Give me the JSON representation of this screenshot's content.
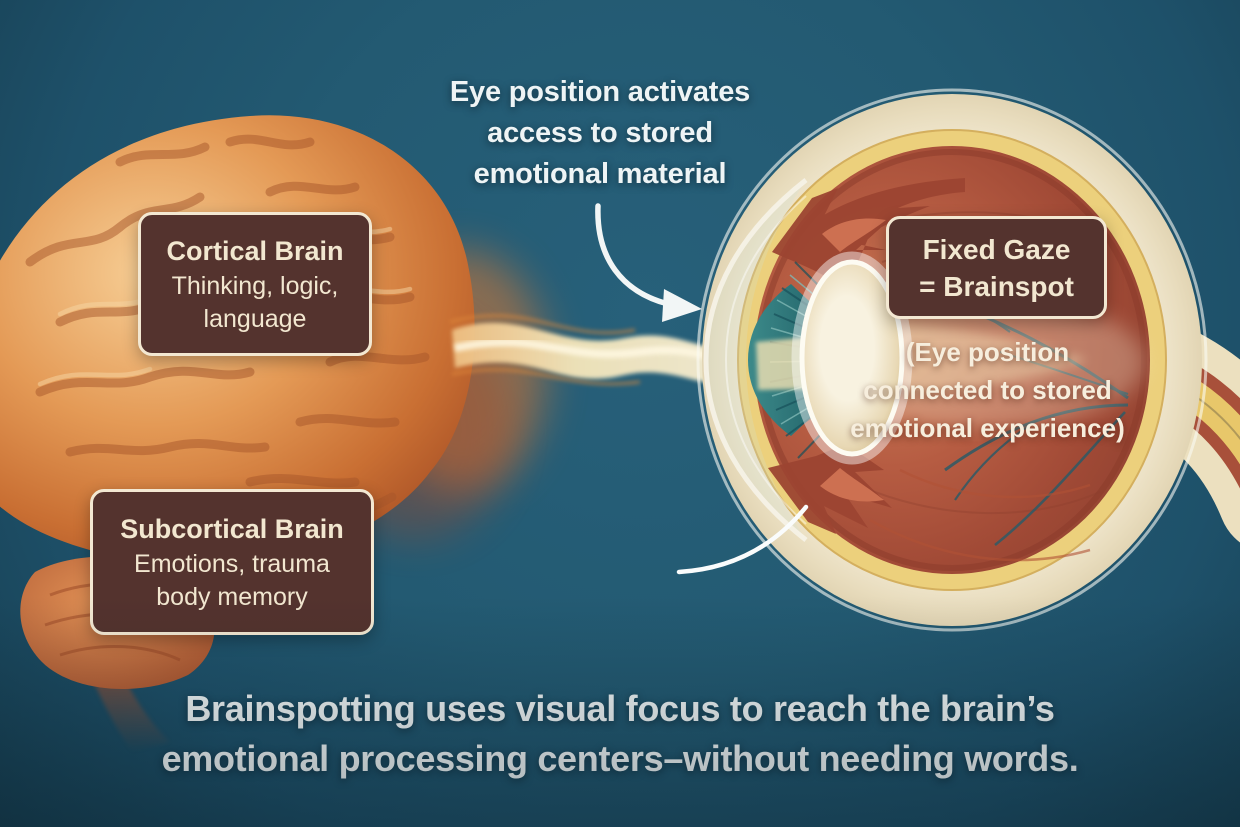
{
  "colors": {
    "background_teal": "#235a72",
    "background_edge": "#173f52",
    "label_box_bg": "#54332e",
    "label_box_border": "#f3e8d2",
    "label_text_cream": "#f2e7d0",
    "caption_white": "#eef4f5",
    "brain_orange": "#dd8748",
    "beam_gold": "#f2e3b6",
    "eye_sclera_cream": "#efe5cc",
    "eye_ring_yellow": "#e9cd74",
    "eye_interior_red": "#a9523c",
    "iris_teal": "#2e7d80",
    "arrow_white": "#f2f6f6"
  },
  "top_caption": {
    "lines": [
      "Eye position activates",
      "access to stored",
      "emotional material"
    ]
  },
  "labels": {
    "cortical": {
      "title": "Cortical Brain",
      "lines": [
        "Thinking, logic,",
        "language"
      ]
    },
    "subcortical": {
      "title": "Subcortical Brain",
      "lines": [
        "Emotions, trauma",
        "body memory"
      ]
    },
    "fixed_gaze": {
      "lines": [
        "Fixed Gaze",
        "= Brainspot"
      ]
    },
    "gaze_note": {
      "lines": [
        "(Eye position",
        "connected to stored",
        "emotional experience)"
      ]
    }
  },
  "footer_caption": {
    "lines": [
      "Brainspotting uses visual focus to reach the brain’s",
      "emotional processing centers–without needing words."
    ]
  }
}
